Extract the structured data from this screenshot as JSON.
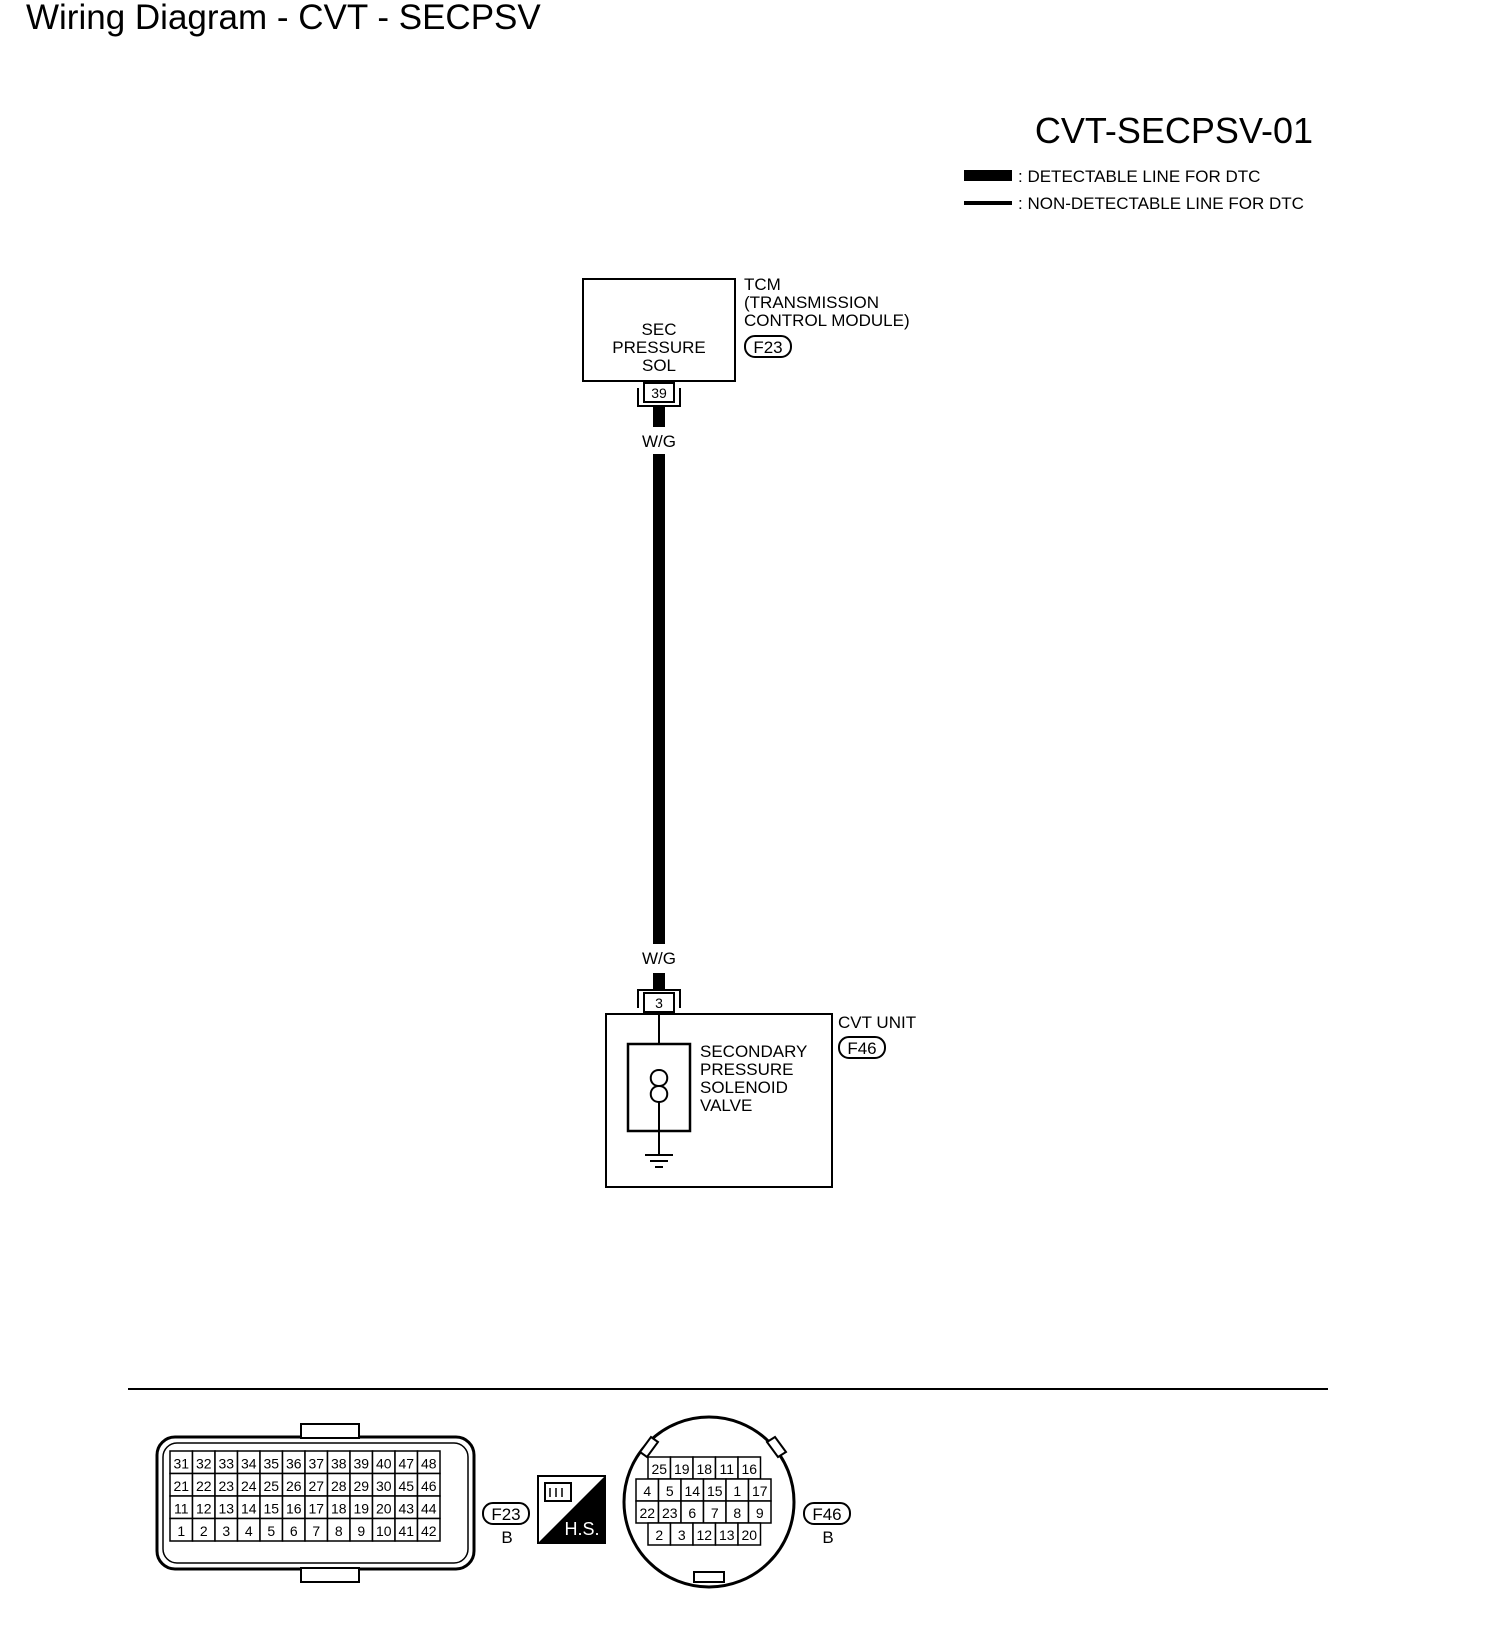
{
  "page_title": "Wiring Diagram - CVT - SECPSV",
  "diagram_id": "CVT-SECPSV-01",
  "legend": {
    "detectable": ": DETECTABLE LINE FOR DTC",
    "non_detectable": ": NON-DETECTABLE LINE FOR DTC"
  },
  "tcm": {
    "name_lines": [
      "TCM",
      "(TRANSMISSION",
      "CONTROL MODULE)"
    ],
    "connector": "F23",
    "internal_lines": [
      "SEC",
      "PRESSURE",
      "SOL"
    ],
    "terminal": "39"
  },
  "wire": {
    "color_top": "W/G",
    "color_bottom": "W/G"
  },
  "cvt_unit": {
    "name": "CVT UNIT",
    "connector": "F46",
    "terminal": "3",
    "internal_lines": [
      "SECONDARY",
      "PRESSURE",
      "SOLENOID",
      "VALVE"
    ]
  },
  "connector_f23": {
    "id": "F23",
    "color": "B",
    "rows": [
      [
        "31",
        "32",
        "33",
        "34",
        "35",
        "36",
        "37",
        "38",
        "39",
        "40",
        "47",
        "48"
      ],
      [
        "21",
        "22",
        "23",
        "24",
        "25",
        "26",
        "27",
        "28",
        "29",
        "30",
        "45",
        "46"
      ],
      [
        "11",
        "12",
        "13",
        "14",
        "15",
        "16",
        "17",
        "18",
        "19",
        "20",
        "43",
        "44"
      ],
      [
        "1",
        "2",
        "3",
        "4",
        "5",
        "6",
        "7",
        "8",
        "9",
        "10",
        "41",
        "42"
      ]
    ]
  },
  "hs_badge": {
    "text": "H.S."
  },
  "connector_f46": {
    "id": "F46",
    "color": "B",
    "rows": [
      [
        "25",
        "19",
        "18",
        "11",
        "16"
      ],
      [
        "4",
        "5",
        "14",
        "15",
        "1",
        "17"
      ],
      [
        "22",
        "23",
        "6",
        "7",
        "8",
        "9"
      ],
      [
        "2",
        "3",
        "12",
        "13",
        "20"
      ]
    ]
  }
}
